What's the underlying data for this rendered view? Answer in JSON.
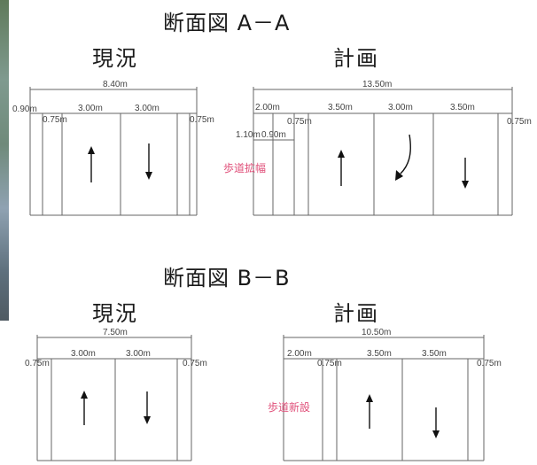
{
  "section_a": {
    "title": "断面図 A－A",
    "current": {
      "label": "現況",
      "total": "8.40m",
      "segments": [
        "0.90m",
        "0.75m",
        "3.00m",
        "3.00m",
        "0.75m"
      ]
    },
    "plan": {
      "label": "計画",
      "total": "13.50m",
      "segments": [
        "2.00m",
        "1.10m",
        "0.90m",
        "0.75m",
        "3.50m",
        "3.00m",
        "3.50m",
        "0.75m"
      ],
      "annotation": "歩道拡幅"
    }
  },
  "section_b": {
    "title": "断面図 B－B",
    "current": {
      "label": "現況",
      "total": "7.50m",
      "segments": [
        "0.75m",
        "3.00m",
        "3.00m",
        "0.75m"
      ]
    },
    "plan": {
      "label": "計画",
      "total": "10.50m",
      "segments": [
        "2.00m",
        "0.75m",
        "3.50m",
        "3.50m",
        "0.75m"
      ],
      "annotation": "歩道新設"
    }
  },
  "colors": {
    "annotation": "#e0507a",
    "lines": "#666666",
    "arrows": "#111111"
  }
}
